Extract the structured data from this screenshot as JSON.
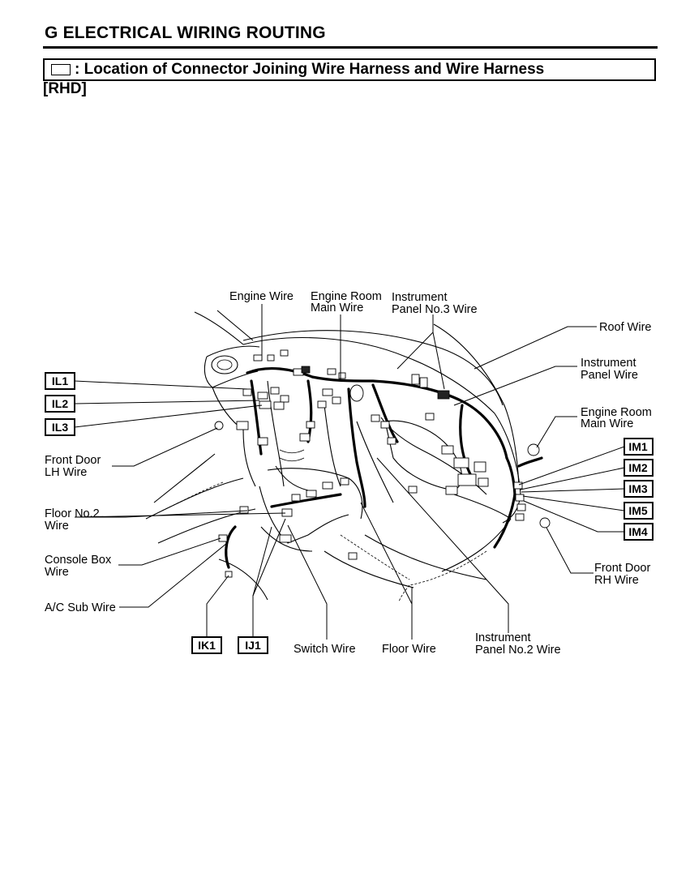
{
  "header": {
    "title": "G  ELECTRICAL WIRING ROUTING",
    "legend_text": ": Location of Connector Joining Wire Harness and Wire Harness",
    "variant": "[RHD]"
  },
  "diagram": {
    "wire_labels": {
      "engine_wire": "Engine Wire",
      "engine_room_main_top": [
        "Engine Room",
        "Main Wire"
      ],
      "ip3": [
        "Instrument",
        "Panel No.3 Wire"
      ],
      "roof": "Roof Wire",
      "ip": [
        "Instrument",
        "Panel Wire"
      ],
      "engine_room_main_right": [
        "Engine Room",
        "Main Wire"
      ],
      "front_door_lh": [
        "Front Door",
        "LH Wire"
      ],
      "floor_no2": [
        "Floor No.2",
        "Wire"
      ],
      "console_box": [
        "Console Box",
        "Wire"
      ],
      "ac_sub": "A/C Sub Wire",
      "switch": "Switch Wire",
      "floor": "Floor Wire",
      "ip2": [
        "Instrument",
        "Panel No.2 Wire"
      ],
      "front_door_rh": [
        "Front Door",
        "RH Wire"
      ]
    },
    "connector_codes": {
      "IL1": "IL1",
      "IL2": "IL2",
      "IL3": "IL3",
      "IM1": "IM1",
      "IM2": "IM2",
      "IM3": "IM3",
      "IM5": "IM5",
      "IM4": "IM4",
      "IK1": "IK1",
      "IJ1": "IJ1"
    }
  }
}
